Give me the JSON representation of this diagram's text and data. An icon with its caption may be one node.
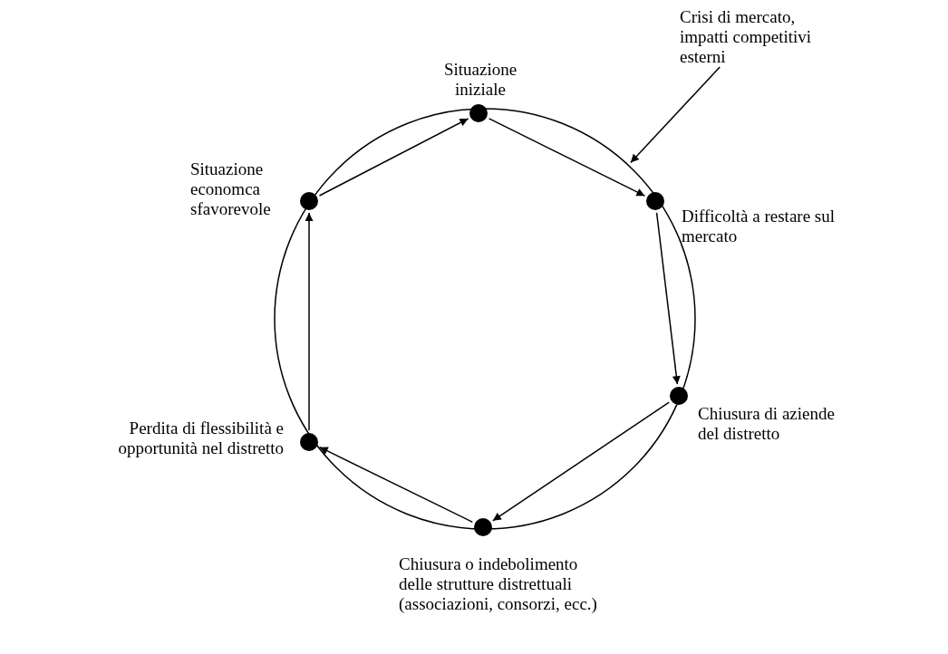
{
  "diagram": {
    "nodes": [
      {
        "text": [],
        "shape": "circle",
        "beside": [
          "Situazione iniziale"
        ]
      },
      {
        "text": [],
        "shape": "circle",
        "beside": [
          "Difficoltà a restare sul mercato"
        ]
      },
      {
        "text": [],
        "shape": "circle",
        "beside": [
          "Chiusura di aziende del distretto"
        ]
      },
      {
        "text": [],
        "shape": "circle",
        "beside": [
          "Chiusura o indebolimento delle strutture distrettuali (associazioni, consorzi, ecc.)"
        ]
      },
      {
        "text": [],
        "shape": "circle",
        "beside": [
          "Perdita di flessibilità e opportunità nel distretto"
        ]
      },
      {
        "text": [],
        "shape": "circle",
        "beside": [
          "Situazione economca sfavorevole"
        ]
      },
      {
        "text": [
          "Crisi di mercato, impatti competitivi esterni"
        ]
      }
    ],
    "edges": [
      {
        "from": 0,
        "to": 1,
        "arrow": "to"
      },
      {
        "from": 1,
        "to": 2,
        "arrow": "to"
      },
      {
        "from": 2,
        "to": 3,
        "arrow": "to"
      },
      {
        "from": 3,
        "to": 4,
        "arrow": "to"
      },
      {
        "from": 4,
        "to": 5,
        "arrow": "to"
      },
      {
        "from": 5,
        "to": 0,
        "arrow": "to"
      },
      {
        "from": 6,
        "to": null,
        "arrow": "to"
      }
    ]
  }
}
